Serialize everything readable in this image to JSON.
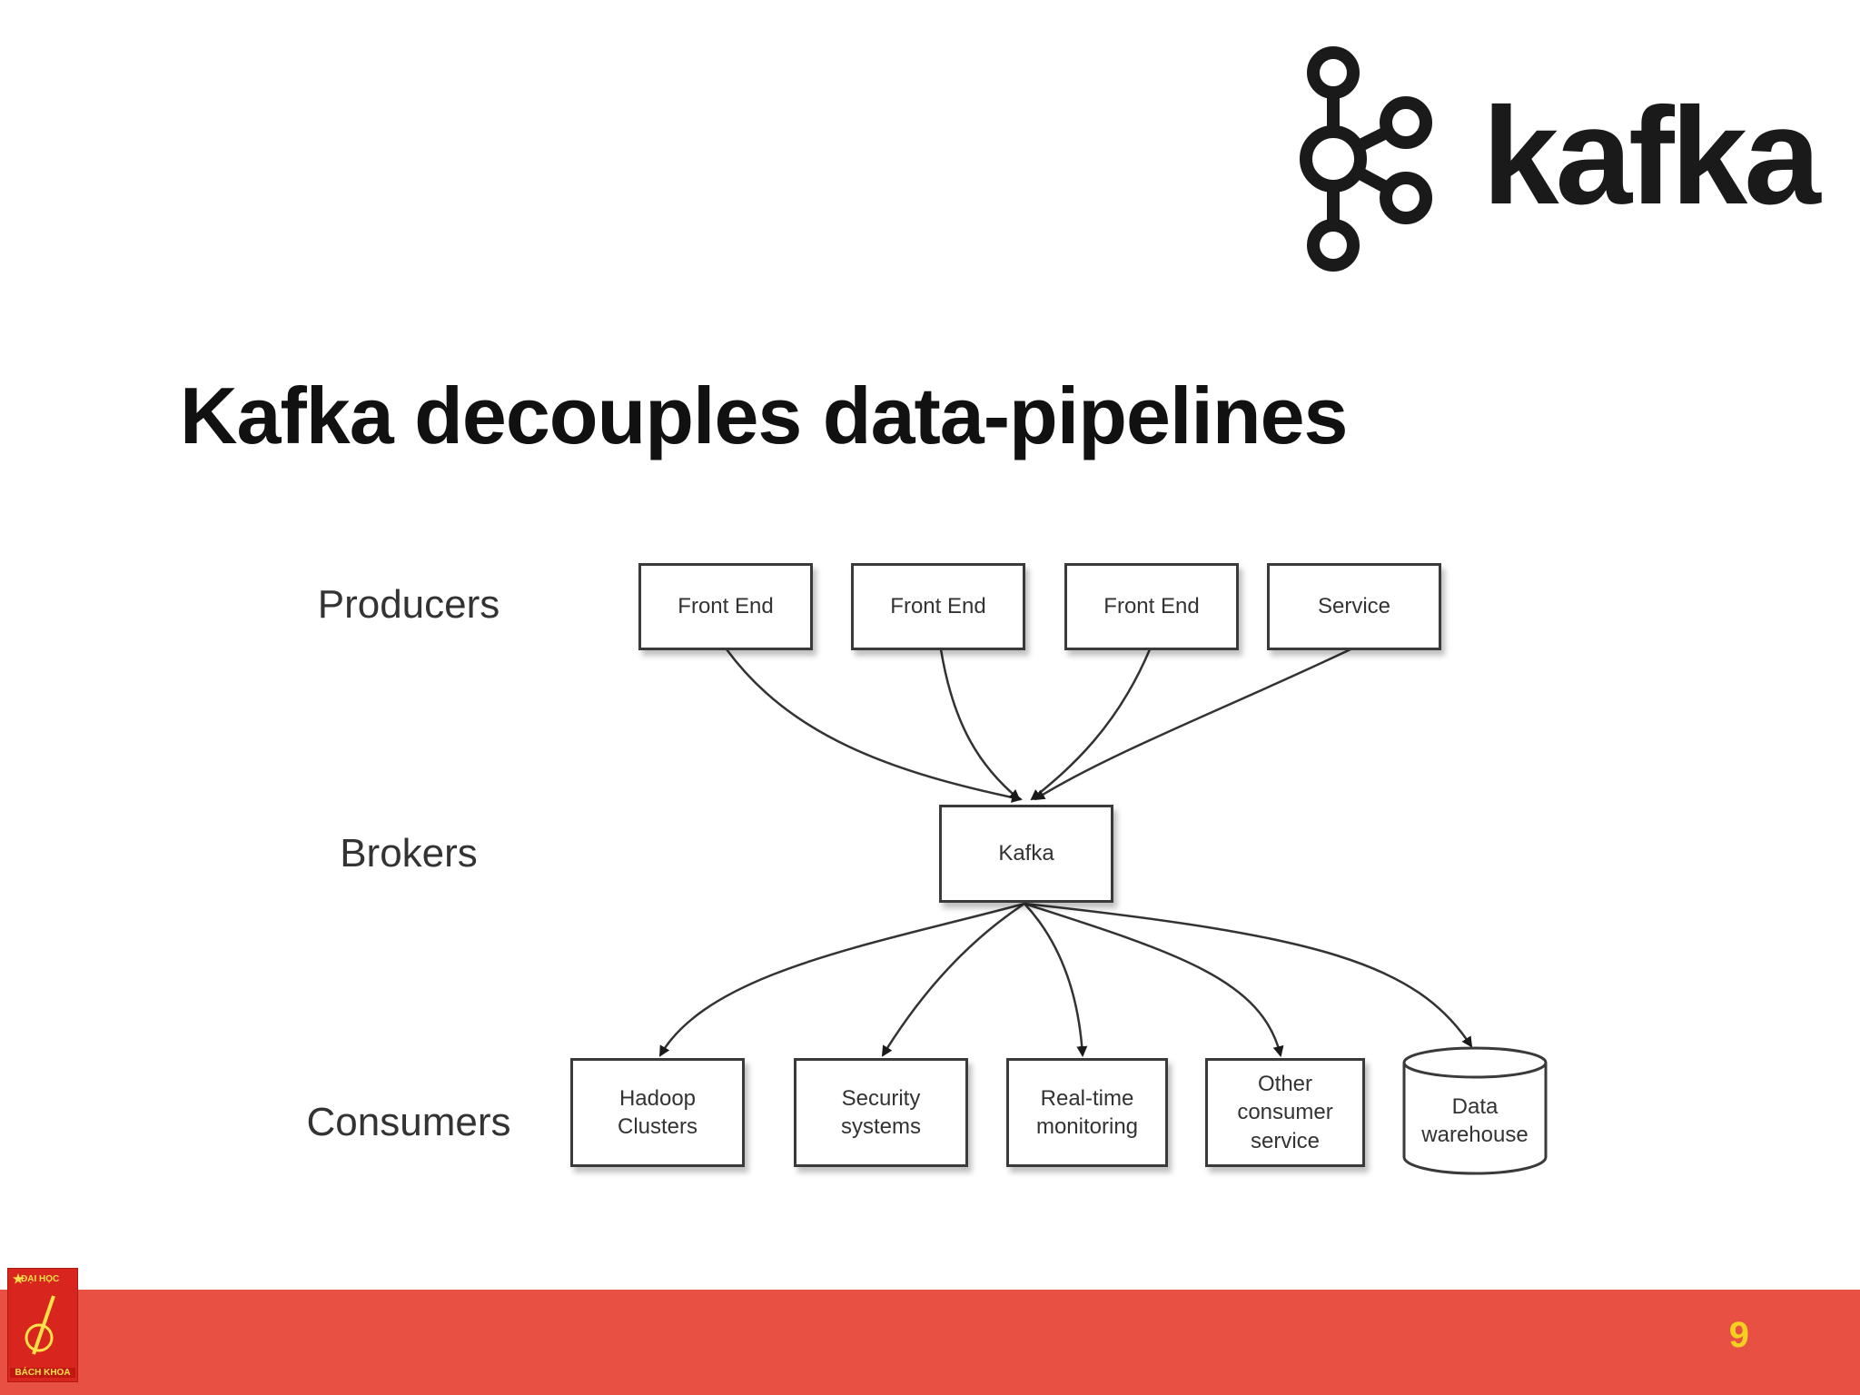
{
  "logo": {
    "wordmark": "kafka"
  },
  "title": "Kafka decouples data-pipelines",
  "diagram": {
    "rows": {
      "producers": "Producers",
      "brokers": "Brokers",
      "consumers": "Consumers"
    },
    "producers": [
      "Front End",
      "Front End",
      "Front End",
      "Service"
    ],
    "broker": "Kafka",
    "consumers": [
      "Hadoop\nClusters",
      "Security\nsystems",
      "Real-time\nmonitoring",
      "Other\nconsumer\nservice",
      "Data\nwarehouse"
    ]
  },
  "footer": {
    "page_number": "9",
    "university_logo": {
      "top_text": "ĐẠI HỌC",
      "bottom_text": "BÁCH KHOA"
    }
  },
  "colors": {
    "footer": "#e85044",
    "page_number": "#f4d020",
    "node_border": "#3a3a3a"
  }
}
